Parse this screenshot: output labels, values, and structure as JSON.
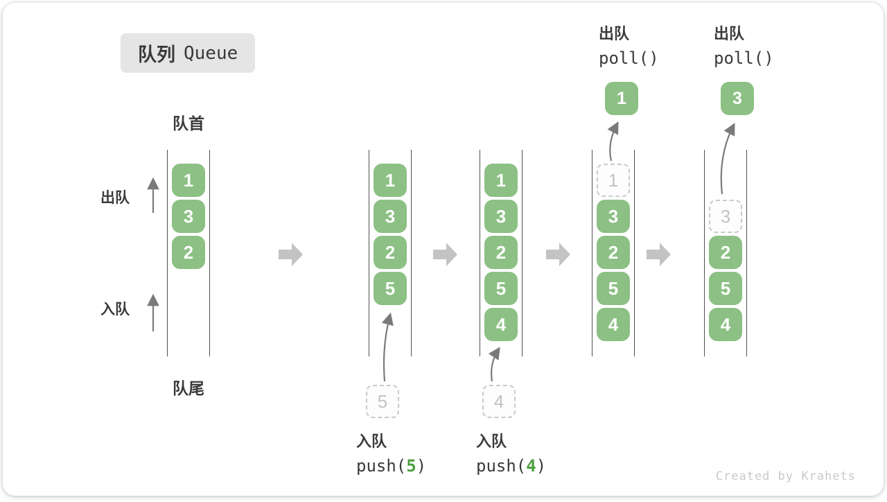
{
  "title": {
    "zh": "队列",
    "en": "Queue"
  },
  "labels": {
    "front": "队首",
    "rear": "队尾",
    "dequeue": "出队",
    "enqueue": "入队"
  },
  "states": [
    {
      "blocks": [
        "1",
        "3",
        "2"
      ]
    },
    {
      "blocks": [
        "1",
        "3",
        "2",
        "5"
      ],
      "incoming": "5"
    },
    {
      "blocks": [
        "1",
        "3",
        "2",
        "5",
        "4"
      ],
      "incoming": "4"
    },
    {
      "ghost": "1",
      "blocks": [
        "3",
        "2",
        "5",
        "4"
      ],
      "popped": "1"
    },
    {
      "ghost": "3",
      "blocks": [
        "2",
        "5",
        "4"
      ],
      "popped": "3"
    }
  ],
  "ops": {
    "push5": {
      "label": "入队",
      "pre": "push(",
      "arg": "5",
      "post": ")"
    },
    "push4": {
      "label": "入队",
      "pre": "push(",
      "arg": "4",
      "post": ")"
    },
    "poll1": {
      "label": "出队",
      "code": "poll()"
    },
    "poll2": {
      "label": "出队",
      "code": "poll()"
    }
  },
  "colors": {
    "block_green": "#8cc084",
    "code_green": "#4c9e3e",
    "big_arrow_grey": "#c3c3c3",
    "thin_arrow_grey": "#7a7a7a",
    "badge_bg": "#e5e5e5"
  },
  "watermark": "Created by Krahets"
}
